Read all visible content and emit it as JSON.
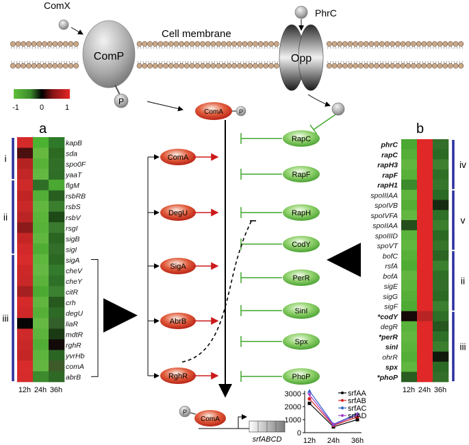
{
  "membrane": {
    "label": "Cell membrane",
    "comx": "ComX",
    "phrc": "PhrC",
    "comp": "ComP",
    "opp": "Opp",
    "p": "P"
  },
  "scale": {
    "ticks": [
      "-1",
      "0",
      "1"
    ],
    "colors": [
      "#4fb833",
      "#6fc045",
      "#2f6e22",
      "#000000",
      "#6b0d0d",
      "#c41818",
      "#e32626"
    ]
  },
  "panels": {
    "a_label": "a",
    "b_label": "b"
  },
  "center": {
    "coma_top": "ComA",
    "p": "P",
    "regulators_red": [
      "ComA",
      "DegU",
      "SigA",
      "AbrB",
      "RghR"
    ],
    "regulators_green": [
      "RapC",
      "RapF",
      "RapH",
      "CodY",
      "PerR",
      "SinI",
      "Spx",
      "PhoP"
    ],
    "coma_bottom": "ComA",
    "operon": "srfABCD"
  },
  "heatmap_a": {
    "columns": [
      "12h",
      "24h",
      "36h"
    ],
    "groups": [
      "i",
      "ii",
      "iii"
    ],
    "rows": [
      {
        "gene": "kapB",
        "highlight": false,
        "colors": [
          "#d42a2a",
          "#4cb231",
          "#2f7a2a"
        ]
      },
      {
        "gene": "sda",
        "highlight": false,
        "colors": [
          "#4a1010",
          "#66b83f",
          "#2c6a22"
        ]
      },
      {
        "gene": "spo0F",
        "highlight": false,
        "colors": [
          "#b52222",
          "#58b238",
          "#316f28"
        ]
      },
      {
        "gene": "yaaT",
        "highlight": false,
        "colors": [
          "#c22626",
          "#63b842",
          "#2e6e26"
        ]
      },
      {
        "gene": "flgM",
        "highlight": false,
        "colors": [
          "#cf2a2a",
          "#2f6e26",
          "#4ba832"
        ]
      },
      {
        "gene": "rsbRB",
        "highlight": false,
        "colors": [
          "#c02424",
          "#52ae36",
          "#285f20"
        ]
      },
      {
        "gene": "rsbS",
        "highlight": false,
        "colors": [
          "#c82828",
          "#62b740",
          "#3a7e2e"
        ]
      },
      {
        "gene": "rsbV",
        "highlight": false,
        "colors": [
          "#ba2424",
          "#5ab53a",
          "#1e4a18"
        ]
      },
      {
        "gene": "rsgI",
        "highlight": false,
        "colors": [
          "#8c1a1a",
          "#56b238",
          "#3a7a2e"
        ]
      },
      {
        "gene": "sigB",
        "highlight": false,
        "colors": [
          "#c42626",
          "#60b63e",
          "#2a6522"
        ]
      },
      {
        "gene": "sigI",
        "highlight": false,
        "colors": [
          "#d22a2a",
          "#4fad34",
          "#336f2a"
        ]
      },
      {
        "gene": "sigA",
        "highlight": true,
        "colors": [
          "#d82c2c",
          "#5fb83e",
          "#2c6a24"
        ]
      },
      {
        "gene": "cheV",
        "highlight": false,
        "colors": [
          "#cc2828",
          "#65b843",
          "#347a2c"
        ]
      },
      {
        "gene": "cheY",
        "highlight": false,
        "colors": [
          "#c82828",
          "#5cb33c",
          "#2f7028"
        ]
      },
      {
        "gene": "citR",
        "highlight": false,
        "colors": [
          "#a52020",
          "#4caa33",
          "#3c8032"
        ]
      },
      {
        "gene": "crh",
        "highlight": false,
        "colors": [
          "#d42a2a",
          "#62b640",
          "#27591f"
        ]
      },
      {
        "gene": "degU",
        "highlight": true,
        "colors": [
          "#ce2828",
          "#56b038",
          "#2d6a25"
        ]
      },
      {
        "gene": "liaR",
        "highlight": false,
        "colors": [
          "#050505",
          "#66b942",
          "#335f2a"
        ]
      },
      {
        "gene": "mdtR",
        "highlight": false,
        "colors": [
          "#cf2a2a",
          "#5cb43c",
          "#1a3a14"
        ]
      },
      {
        "gene": "rghR",
        "highlight": true,
        "colors": [
          "#c82828",
          "#52ad36",
          "#120a08"
        ]
      },
      {
        "gene": "yvrHb",
        "highlight": false,
        "colors": [
          "#c42626",
          "#5eb53d",
          "#2b6524"
        ]
      },
      {
        "gene": "comA",
        "highlight": true,
        "colors": [
          "#d82c2c",
          "#63b741",
          "#3e5a28"
        ]
      },
      {
        "gene": "abrB",
        "highlight": true,
        "colors": [
          "#d62b2b",
          "#3c8a2c",
          "#2e6a26"
        ]
      }
    ]
  },
  "heatmap_b": {
    "columns": [
      "12h",
      "24h",
      "36h"
    ],
    "groups": [
      "iv",
      "v",
      "ii",
      "iii"
    ],
    "rows": [
      {
        "gene": "phrC",
        "prefix": "",
        "highlight": true,
        "colors": [
          "#4aa732",
          "#e02828",
          "#336e2a"
        ]
      },
      {
        "gene": "rapC",
        "prefix": "",
        "highlight": true,
        "colors": [
          "#55ae37",
          "#e02828",
          "#2b6a24"
        ]
      },
      {
        "gene": "rapH3",
        "prefix": "",
        "highlight": true,
        "colors": [
          "#62b640",
          "#e02828",
          "#3e8030"
        ]
      },
      {
        "gene": "rapF",
        "prefix": "",
        "highlight": true,
        "colors": [
          "#58b038",
          "#e02828",
          "#2e6e26"
        ]
      },
      {
        "gene": "rapH1",
        "prefix": "",
        "highlight": true,
        "colors": [
          "#3c8a2c",
          "#e02828",
          "#36762c"
        ]
      },
      {
        "gene": "spoIIIAA",
        "prefix": "",
        "highlight": false,
        "colors": [
          "#5fb43e",
          "#e02828",
          "#2a6a24"
        ]
      },
      {
        "gene": "spoIVB",
        "prefix": "",
        "highlight": false,
        "colors": [
          "#55ad36",
          "#e02828",
          "#152a10"
        ]
      },
      {
        "gene": "spoIVFA",
        "prefix": "",
        "highlight": false,
        "colors": [
          "#63b741",
          "#e02828",
          "#2f7028"
        ]
      },
      {
        "gene": "spoIIAA",
        "prefix": "",
        "highlight": false,
        "colors": [
          "#244f1c",
          "#e02828",
          "#3a7e2e"
        ]
      },
      {
        "gene": "spoIIID",
        "prefix": "",
        "highlight": false,
        "colors": [
          "#5ab33b",
          "#e02828",
          "#2c6a24"
        ]
      },
      {
        "gene": "spoVT",
        "prefix": "",
        "highlight": false,
        "colors": [
          "#60b63e",
          "#e02828",
          "#357429"
        ]
      },
      {
        "gene": "bofC",
        "prefix": "",
        "highlight": false,
        "colors": [
          "#58b038",
          "#e02828",
          "#2b6423"
        ]
      },
      {
        "gene": "rsfA",
        "prefix": "",
        "highlight": false,
        "colors": [
          "#4fab34",
          "#e02828",
          "#3a802f"
        ]
      },
      {
        "gene": "bofA",
        "prefix": "",
        "highlight": false,
        "colors": [
          "#62b640",
          "#e02828",
          "#2e6e26"
        ]
      },
      {
        "gene": "sigE",
        "prefix": "",
        "highlight": false,
        "colors": [
          "#5cb43c",
          "#e02828",
          "#336f2a"
        ]
      },
      {
        "gene": "sigG",
        "prefix": "",
        "highlight": false,
        "colors": [
          "#56ae38",
          "#e02828",
          "#2c6a24"
        ]
      },
      {
        "gene": "sigF",
        "prefix": "",
        "highlight": false,
        "colors": [
          "#4faa34",
          "#e02828",
          "#3c7e2f"
        ]
      },
      {
        "gene": "codY",
        "prefix": "*",
        "highlight": true,
        "colors": [
          "#160808",
          "#b82424",
          "#2e6e26"
        ]
      },
      {
        "gene": "degR",
        "prefix": "",
        "highlight": false,
        "colors": [
          "#5ab33b",
          "#e02828",
          "#26551e"
        ]
      },
      {
        "gene": "perR",
        "prefix": "*",
        "highlight": true,
        "colors": [
          "#63b741",
          "#e02828",
          "#2f7028"
        ]
      },
      {
        "gene": "sinI",
        "prefix": "",
        "highlight": true,
        "colors": [
          "#5cb33c",
          "#e02828",
          "#3a7e2e"
        ]
      },
      {
        "gene": "ohrR",
        "prefix": "",
        "highlight": false,
        "colors": [
          "#55ae37",
          "#e02828",
          "#111a0c"
        ]
      },
      {
        "gene": "spx",
        "prefix": "",
        "highlight": true,
        "colors": [
          "#60b63e",
          "#e02828",
          "#2b6a24"
        ]
      },
      {
        "gene": "phoP",
        "prefix": "*",
        "highlight": true,
        "colors": [
          "#2a5e20",
          "#e02828",
          "#336f2a"
        ]
      }
    ]
  },
  "chart_data": {
    "type": "line",
    "x": [
      "12h",
      "24h",
      "36h"
    ],
    "ylim": [
      0,
      3000
    ],
    "yticks": [
      0,
      1000,
      2000,
      3000
    ],
    "series": [
      {
        "name": "srfAA",
        "values": [
          2250,
          450,
          1000
        ]
      },
      {
        "name": "srfAB",
        "values": [
          2600,
          550,
          1200
        ]
      },
      {
        "name": "srfAC",
        "values": [
          3200,
          650,
          1450
        ]
      },
      {
        "name": "srfAD",
        "values": [
          2900,
          600,
          1350
        ]
      }
    ]
  },
  "series_colors": [
    "#000000",
    "#d62020",
    "#2f5fc8",
    "#9d3fc8"
  ]
}
